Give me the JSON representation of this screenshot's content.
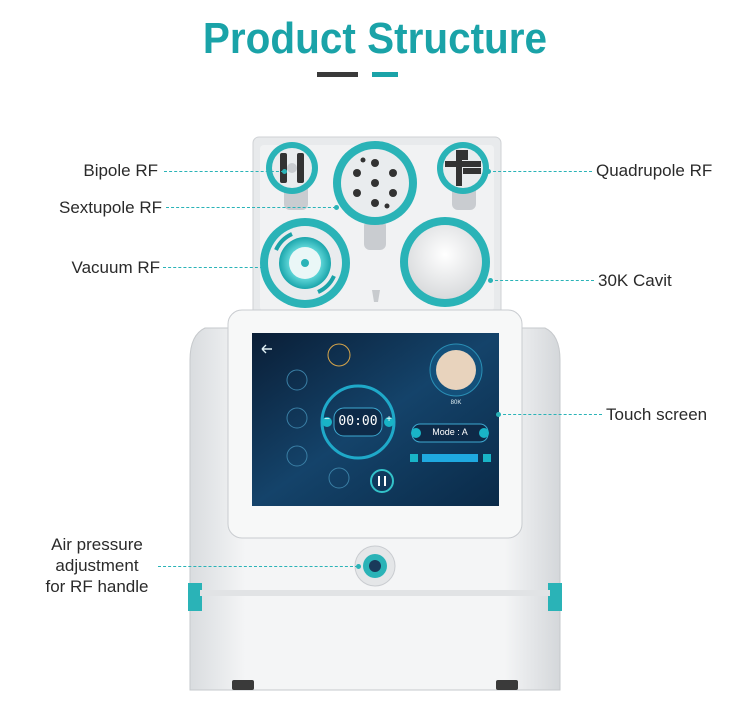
{
  "heading": {
    "title": "Product Structure"
  },
  "callouts": {
    "bipole": "Bipole  RF",
    "sextupole": "Sextupole RF",
    "vacuum": "Vacuum RF",
    "quadrupole": "Quadrupole RF",
    "cavit": "30K Cavit",
    "touch": "Touch screen",
    "air_line1": "Air pressure",
    "air_line2": "adjustment",
    "air_line3": "for RF handle"
  },
  "screen": {
    "timer": "00:00",
    "mode": "Mode : A",
    "freq": "80K",
    "minus": "−",
    "plus": "+"
  },
  "colors": {
    "accent": "#1aa3a8",
    "screen_bg": "#0d2540"
  }
}
